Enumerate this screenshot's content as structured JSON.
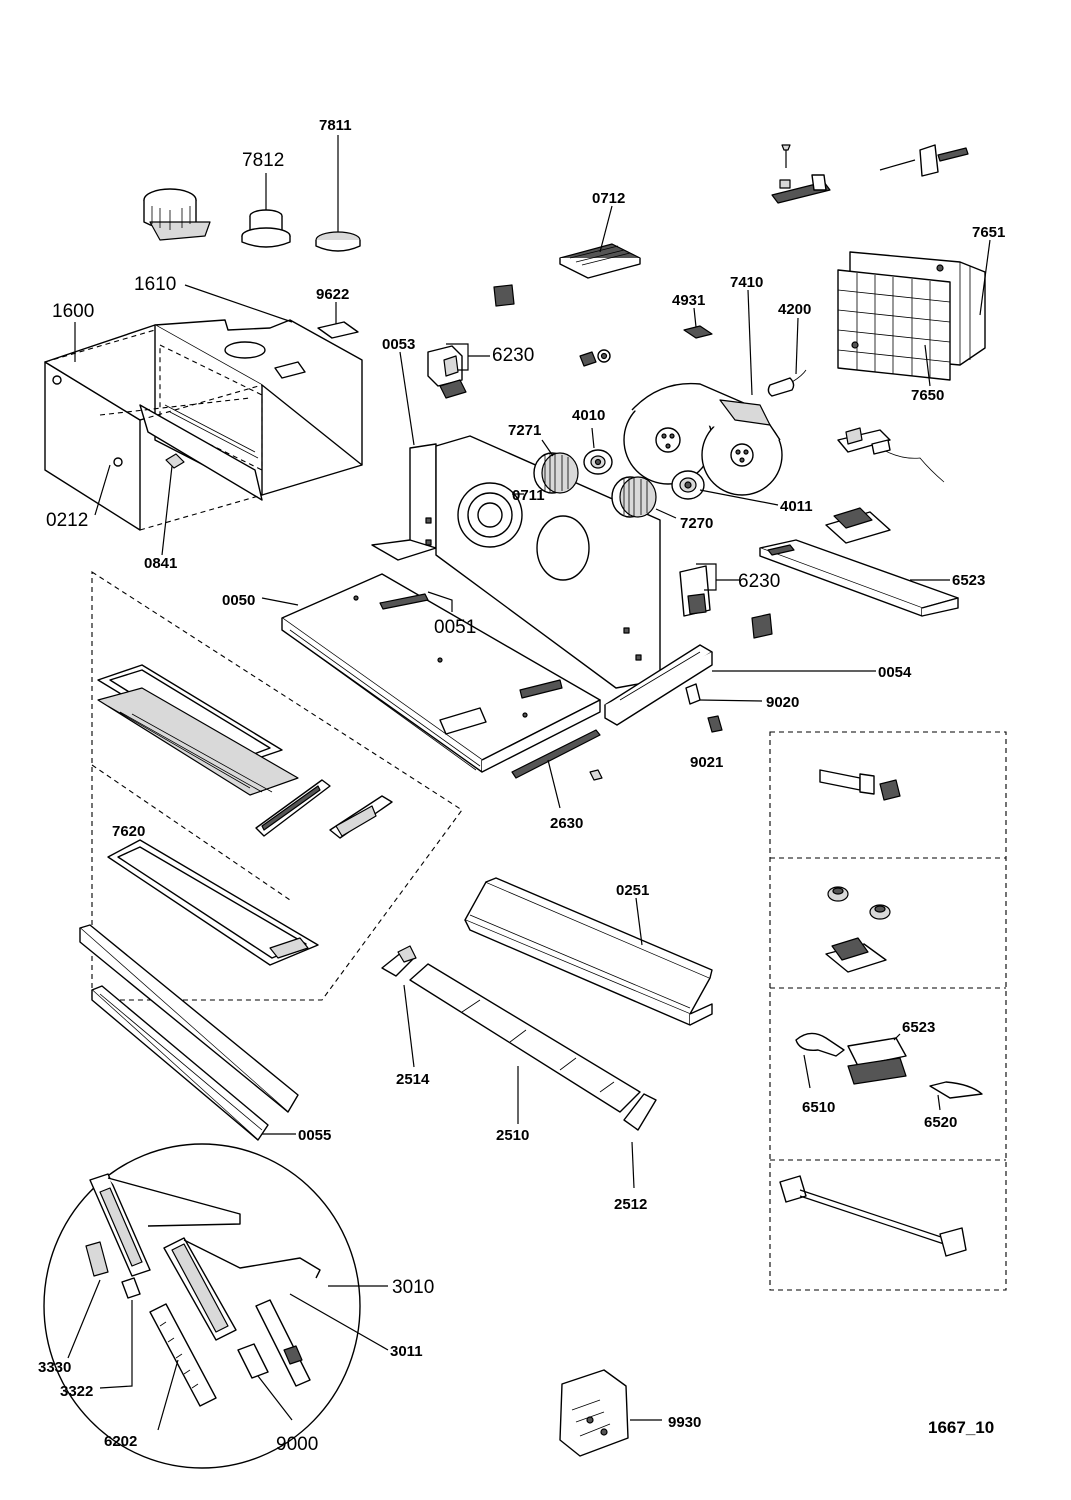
{
  "drawing_code": "1667_10",
  "labels": [
    {
      "id": "7811",
      "text": "7811"
    },
    {
      "id": "7812",
      "text": "7812"
    },
    {
      "id": "0712",
      "text": "0712"
    },
    {
      "id": "7651",
      "text": "7651"
    },
    {
      "id": "1610",
      "text": "1610"
    },
    {
      "id": "9622",
      "text": "9622"
    },
    {
      "id": "1600",
      "text": "1600"
    },
    {
      "id": "4931",
      "text": "4931"
    },
    {
      "id": "7410",
      "text": "7410"
    },
    {
      "id": "4200",
      "text": "4200"
    },
    {
      "id": "0053",
      "text": "0053"
    },
    {
      "id": "6230a",
      "text": "6230"
    },
    {
      "id": "7650",
      "text": "7650"
    },
    {
      "id": "7271",
      "text": "7271"
    },
    {
      "id": "4010",
      "text": "4010"
    },
    {
      "id": "0711",
      "text": "0711"
    },
    {
      "id": "4011",
      "text": "4011"
    },
    {
      "id": "7270",
      "text": "7270"
    },
    {
      "id": "0212",
      "text": "0212"
    },
    {
      "id": "0841",
      "text": "0841"
    },
    {
      "id": "6230b",
      "text": "6230"
    },
    {
      "id": "6523a",
      "text": "6523"
    },
    {
      "id": "0050",
      "text": "0050"
    },
    {
      "id": "0051",
      "text": "0051"
    },
    {
      "id": "0054",
      "text": "0054"
    },
    {
      "id": "9020",
      "text": "9020"
    },
    {
      "id": "9021",
      "text": "9021"
    },
    {
      "id": "2630",
      "text": "2630"
    },
    {
      "id": "7620",
      "text": "7620"
    },
    {
      "id": "0251",
      "text": "0251"
    },
    {
      "id": "6523b",
      "text": "6523"
    },
    {
      "id": "2514",
      "text": "2514"
    },
    {
      "id": "6510",
      "text": "6510"
    },
    {
      "id": "6520",
      "text": "6520"
    },
    {
      "id": "0055",
      "text": "0055"
    },
    {
      "id": "2510",
      "text": "2510"
    },
    {
      "id": "2512",
      "text": "2512"
    },
    {
      "id": "3010",
      "text": "3010"
    },
    {
      "id": "3330",
      "text": "3330"
    },
    {
      "id": "3011",
      "text": "3011"
    },
    {
      "id": "3322",
      "text": "3322"
    },
    {
      "id": "6202",
      "text": "6202"
    },
    {
      "id": "9000",
      "text": "9000"
    },
    {
      "id": "9930",
      "text": "9930"
    }
  ]
}
